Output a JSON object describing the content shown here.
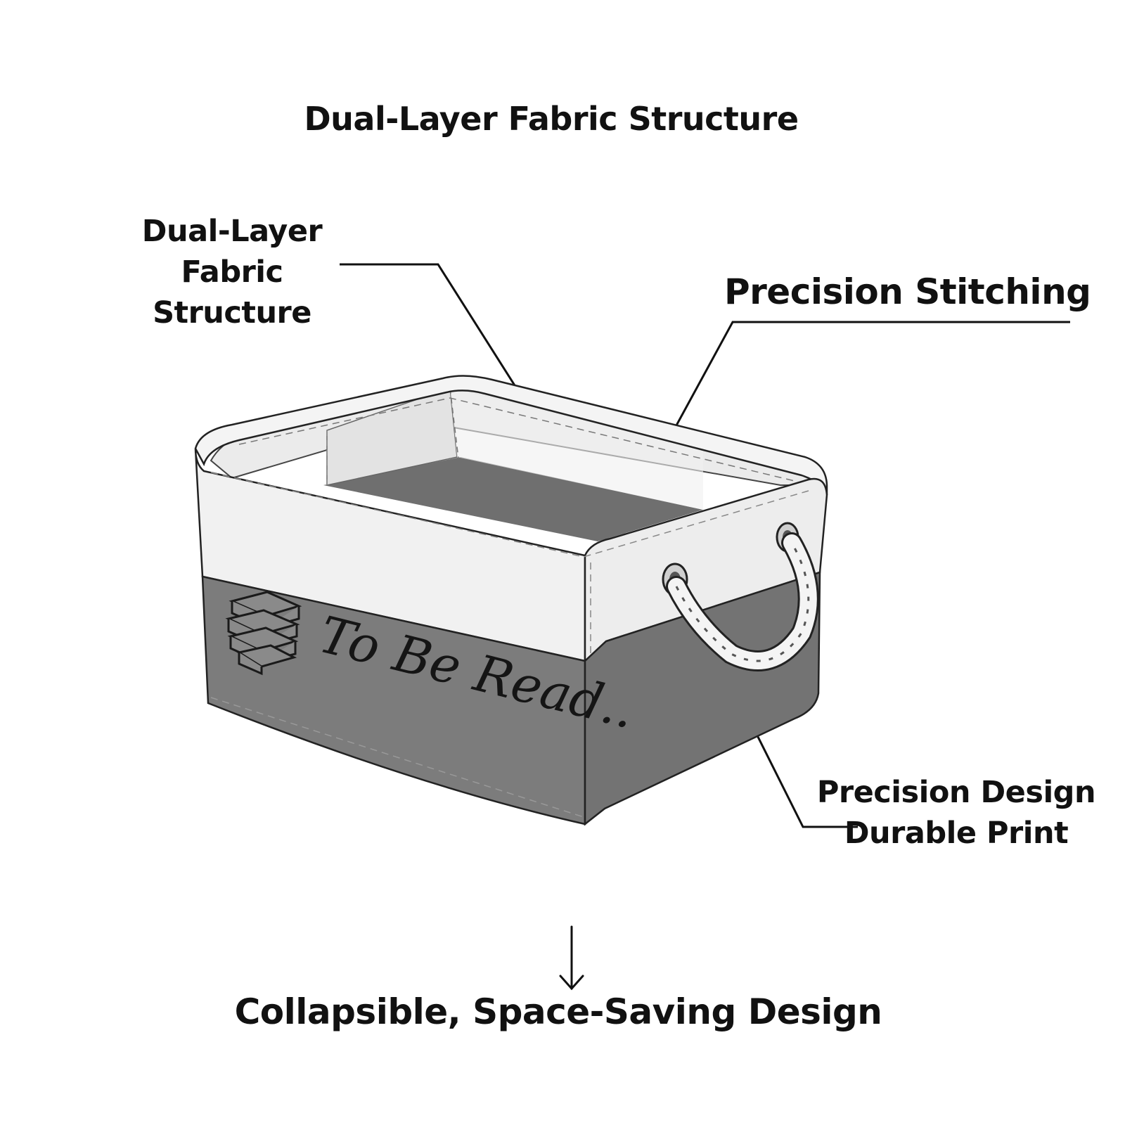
{
  "title": "Dual-Layer Fabric Structure",
  "callouts": {
    "fabric": "Dual-Layer Fabric Structure",
    "stitching": "Precision Stitching",
    "print_line1": "Precision Design",
    "print_line2": "Durable Print"
  },
  "basket": {
    "print_text": "To Be Read..",
    "icon": "book-stack-icon",
    "handle": "rope-handle"
  },
  "caption": "Collapsible, Space-Saving Design",
  "colors": {
    "background": "#ffffff",
    "basket_bottom": "#7a7a7a",
    "basket_top": "#f2f2f2",
    "ink": "#111111"
  }
}
